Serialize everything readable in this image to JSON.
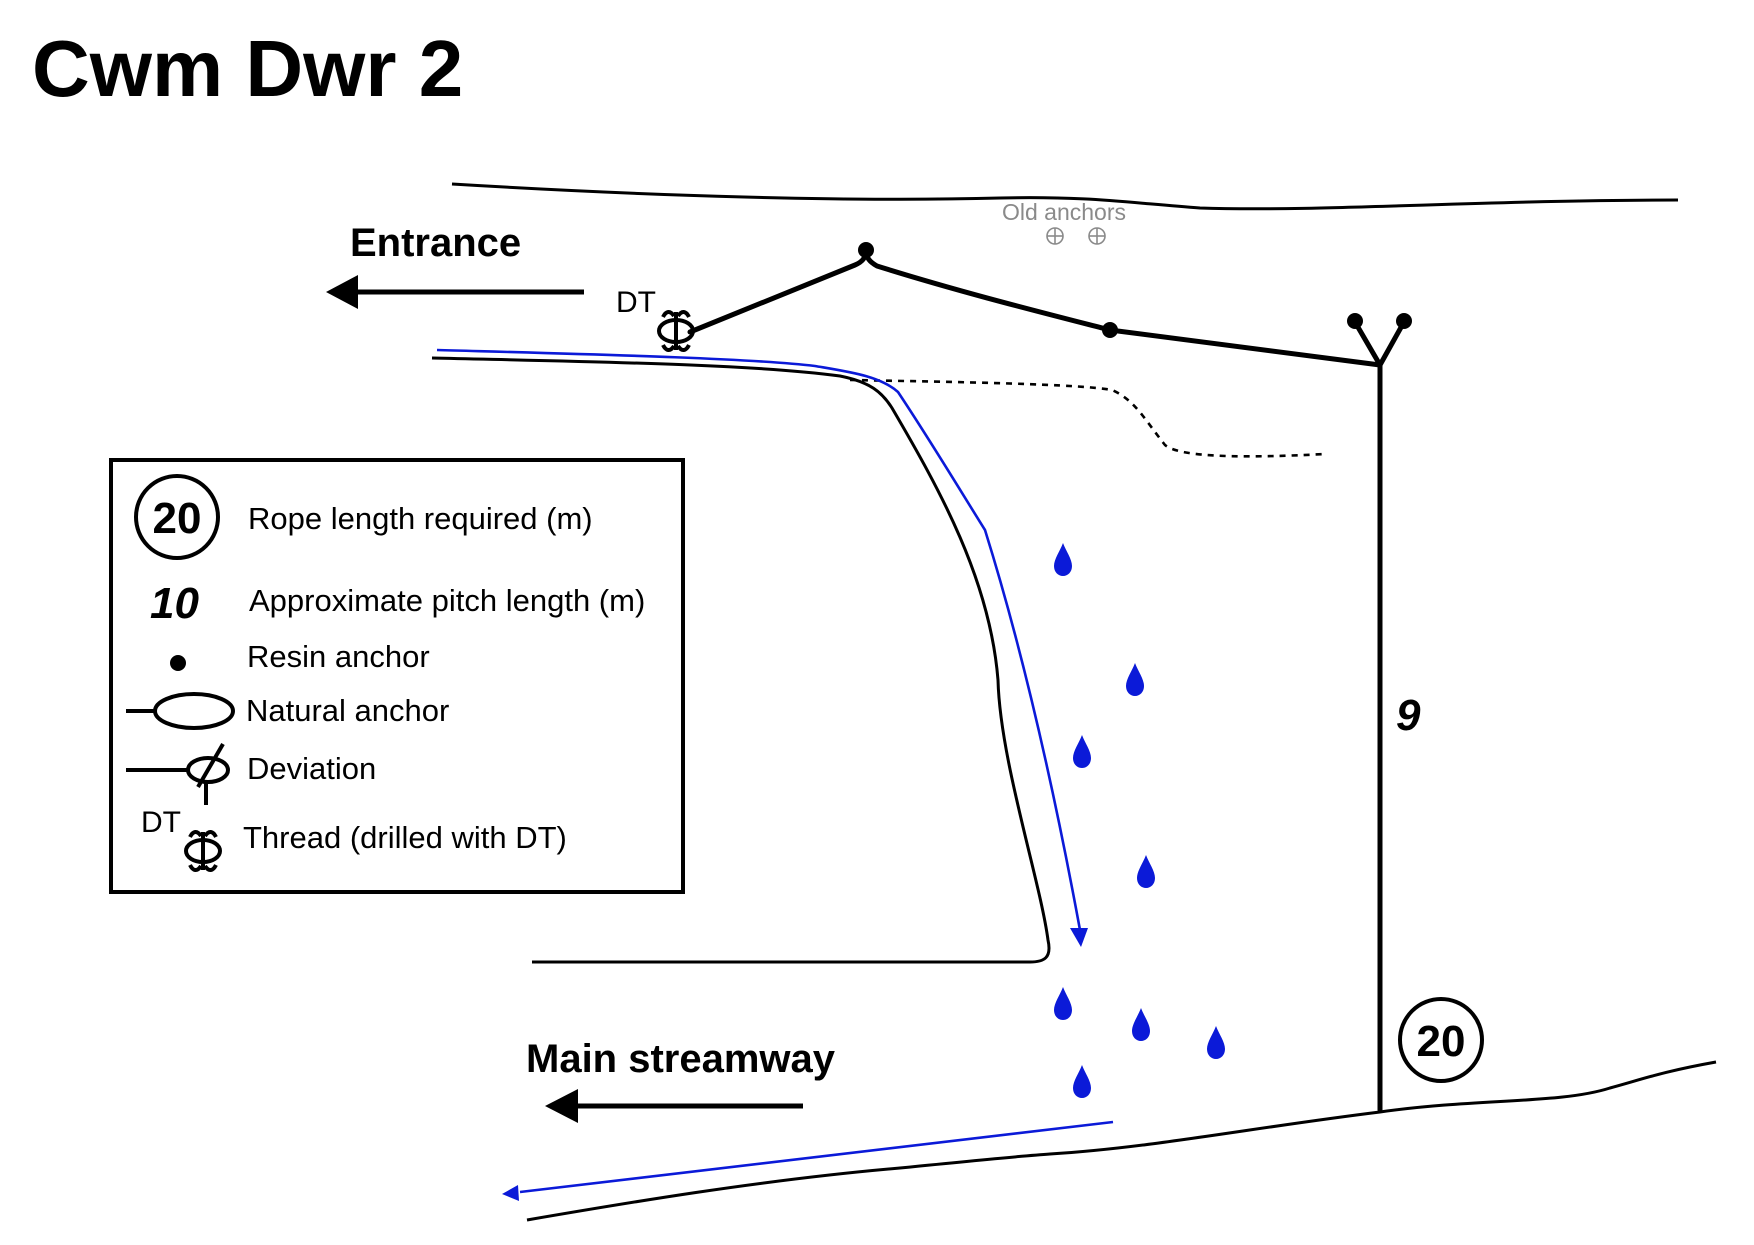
{
  "title": "Cwm Dwr 2",
  "labels": {
    "entrance": "Entrance",
    "main_streamway": "Main streamway",
    "dt": "DT",
    "old_anchors": "Old anchors",
    "pitch_length": "9",
    "rope_length": "20"
  },
  "legend": {
    "rope_length_symbol": "20",
    "rope_length_text": "Rope length required (m)",
    "pitch_length_symbol": "10",
    "pitch_length_text": "Approximate pitch length (m)",
    "resin_anchor_text": "Resin anchor",
    "natural_anchor_text": "Natural anchor",
    "deviation_text": "Deviation",
    "thread_symbol_label": "DT",
    "thread_text": "Thread (drilled with DT)"
  },
  "colors": {
    "water": "#0b1ad8",
    "ink": "#000000",
    "faint": "#8a8a8a"
  },
  "icons": [
    "resin-anchor-icon",
    "natural-anchor-icon",
    "deviation-icon",
    "thread-icon",
    "old-anchor-icon",
    "water-drop-icon",
    "arrow-left-icon"
  ]
}
